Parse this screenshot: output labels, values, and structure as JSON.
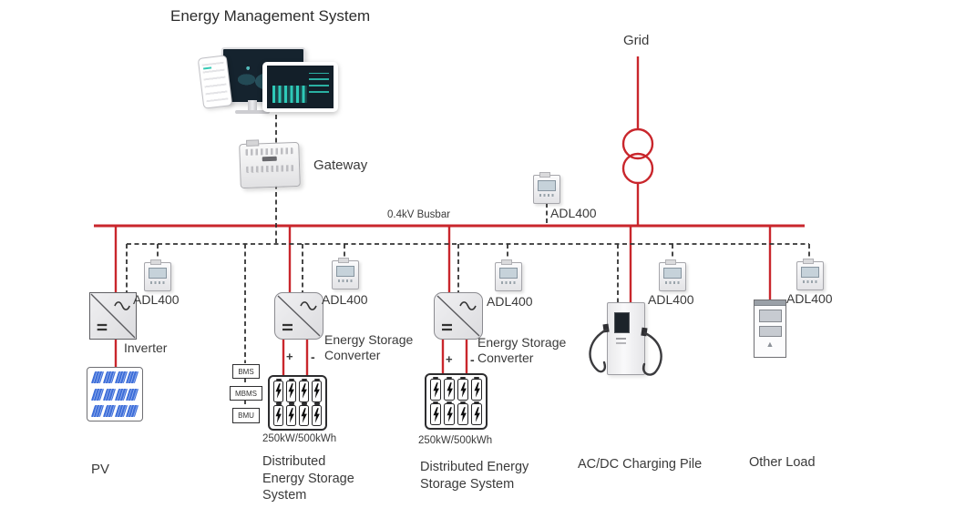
{
  "title": "Energy Management System",
  "grid": {
    "label": "Grid"
  },
  "gateway": {
    "label": "Gateway"
  },
  "busbar": {
    "label": "0.4kV Busbar"
  },
  "meter_label": "ADL400",
  "pv_branch": {
    "device_label": "Inverter",
    "label": "PV"
  },
  "ess1": {
    "converter_label_line1": "Energy Storage",
    "converter_label_line2": "Converter",
    "dc_plus": "+",
    "dc_minus": "-",
    "capacity": "250kW/500kWh",
    "bms_chain": [
      "BMS",
      "MBMS",
      "BMU"
    ],
    "label_lines": [
      "Distributed",
      "Energy Storage",
      "System"
    ]
  },
  "ess2": {
    "converter_label_line1": "Energy Storage",
    "converter_label_line2": "Converter",
    "dc_plus": "+",
    "dc_minus": "-",
    "capacity": "250kW/500kWh",
    "label_lines": [
      "Distributed Energy",
      "Storage System"
    ]
  },
  "charging": {
    "label": "AC/DC Charging Pile"
  },
  "other_load": {
    "label": "Other Load"
  },
  "colors": {
    "power_line_red": "#c9262c",
    "comm_line_dark": "#333333",
    "accent_teal": "#2ec9b8",
    "pv_blue": "#3d6ed8"
  }
}
